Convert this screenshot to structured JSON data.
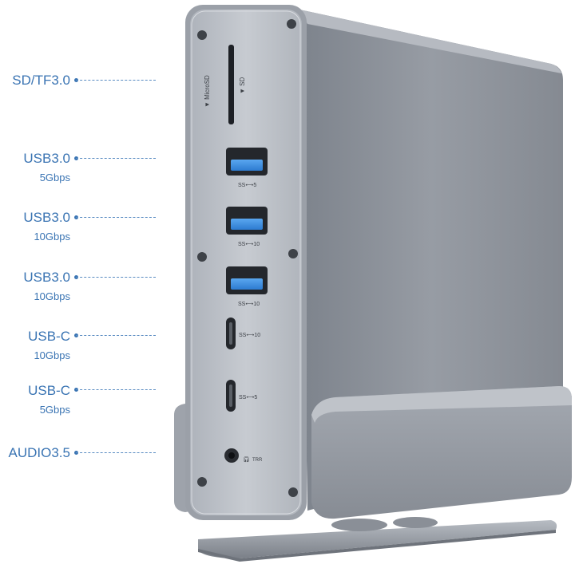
{
  "callouts": [
    {
      "id": "sd",
      "main": "SD/TF3.0",
      "sub": ""
    },
    {
      "id": "usb1",
      "main": "USB3.0",
      "sub": "5Gbps"
    },
    {
      "id": "usb2",
      "main": "USB3.0",
      "sub": "10Gbps"
    },
    {
      "id": "usb3",
      "main": "USB3.0",
      "sub": "10Gbps"
    },
    {
      "id": "usbc1",
      "main": "USB-C",
      "sub": "10Gbps"
    },
    {
      "id": "usbc2",
      "main": "USB-C",
      "sub": "5Gbps"
    },
    {
      "id": "audio",
      "main": "AUDIO3.5",
      "sub": ""
    }
  ],
  "device_text": {
    "microsd": "▼ MicroSD",
    "sd": "▼ SD",
    "ss1": "SS⟷5",
    "ss2": "SS⟷10",
    "ss3": "SS⟷10",
    "ssc1": "SS⟷10",
    "ssc2": "SS⟷5",
    "trrs": "TRR"
  },
  "colors": {
    "label": "#3a74b3",
    "usb_blue": "#3d8fe0",
    "body": "#8f949c"
  }
}
